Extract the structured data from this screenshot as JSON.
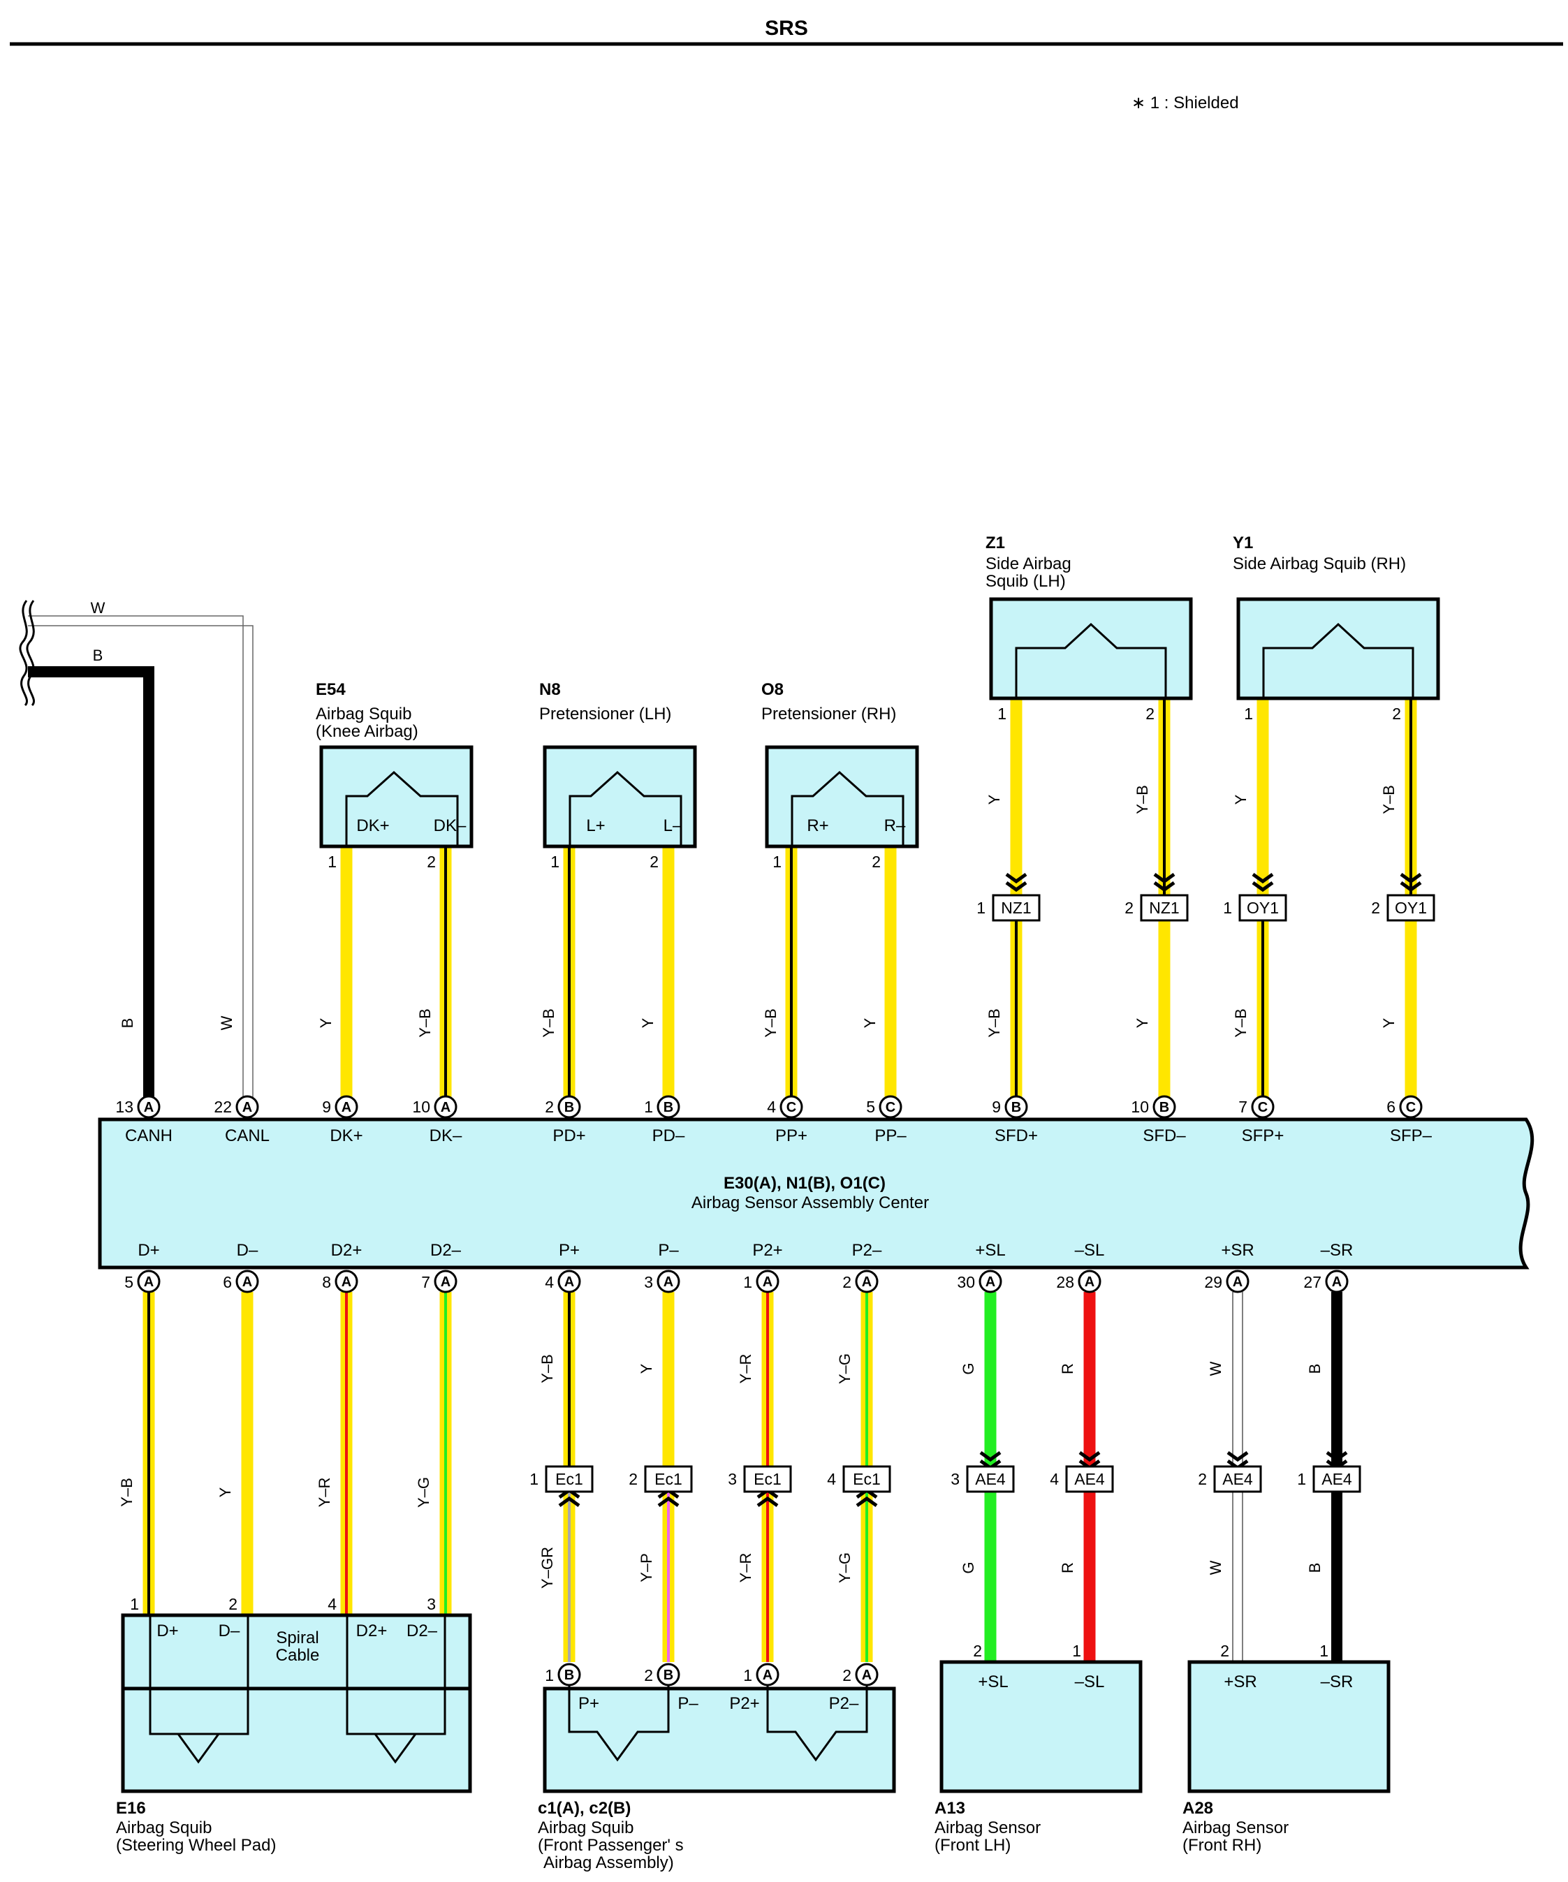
{
  "header": {
    "title": "SRS",
    "note": "∗ 1 : Shielded"
  },
  "colors": {
    "Y": "#ffe600",
    "B": "#000000",
    "W": "#ffffff",
    "G": "#22ee22",
    "R": "#ee1111",
    "P": "#ee66ee",
    "GR": "#aaaaaa",
    "box_fill": "#c8f4f8"
  },
  "ecu": {
    "code": "E30(A), N1(B), O1(C)",
    "name": "Airbag Sensor Assembly Center",
    "top_pins": [
      {
        "pin": "13",
        "conn": "A",
        "sig": "CANH",
        "wire": "B"
      },
      {
        "pin": "22",
        "conn": "A",
        "sig": "CANL",
        "wire": "W"
      },
      {
        "pin": "9",
        "conn": "A",
        "sig": "DK+",
        "wire": "Y"
      },
      {
        "pin": "10",
        "conn": "A",
        "sig": "DK–",
        "wire": "Y–B"
      },
      {
        "pin": "2",
        "conn": "B",
        "sig": "PD+",
        "wire": "Y–B"
      },
      {
        "pin": "1",
        "conn": "B",
        "sig": "PD–",
        "wire": "Y"
      },
      {
        "pin": "4",
        "conn": "C",
        "sig": "PP+",
        "wire": "Y–B"
      },
      {
        "pin": "5",
        "conn": "C",
        "sig": "PP–",
        "wire": "Y"
      },
      {
        "pin": "9",
        "conn": "B",
        "sig": "SFD+",
        "wire": "Y–B"
      },
      {
        "pin": "10",
        "conn": "B",
        "sig": "SFD–",
        "wire": "Y"
      },
      {
        "pin": "7",
        "conn": "C",
        "sig": "SFP+",
        "wire": "Y–B"
      },
      {
        "pin": "6",
        "conn": "C",
        "sig": "SFP–",
        "wire": "Y"
      }
    ],
    "bottom_pins": [
      {
        "pin": "5",
        "conn": "A",
        "sig": "D+",
        "wire": "Y–B"
      },
      {
        "pin": "6",
        "conn": "A",
        "sig": "D–",
        "wire": "Y"
      },
      {
        "pin": "8",
        "conn": "A",
        "sig": "D2+",
        "wire": "Y–R"
      },
      {
        "pin": "7",
        "conn": "A",
        "sig": "D2–",
        "wire": "Y–G"
      },
      {
        "pin": "4",
        "conn": "A",
        "sig": "P+",
        "wire": "Y–B"
      },
      {
        "pin": "3",
        "conn": "A",
        "sig": "P–",
        "wire": "Y"
      },
      {
        "pin": "1",
        "conn": "A",
        "sig": "P2+",
        "wire": "Y–R"
      },
      {
        "pin": "2",
        "conn": "A",
        "sig": "P2–",
        "wire": "Y–G"
      },
      {
        "pin": "30",
        "conn": "A",
        "sig": "+SL",
        "wire": "G"
      },
      {
        "pin": "28",
        "conn": "A",
        "sig": "–SL",
        "wire": "R"
      },
      {
        "pin": "29",
        "conn": "A",
        "sig": "+SR",
        "wire": "W"
      },
      {
        "pin": "27",
        "conn": "A",
        "sig": "–SR",
        "wire": "B"
      }
    ]
  },
  "left_wires": [
    {
      "label": "W"
    },
    {
      "label": "B"
    }
  ],
  "top_components": [
    {
      "code": "E54",
      "name": [
        "Airbag Squib",
        "(Knee Airbag)"
      ],
      "pins": [
        {
          "num": "1",
          "sig": "DK+"
        },
        {
          "num": "2",
          "sig": "DK–"
        }
      ]
    },
    {
      "code": "N8",
      "name": [
        "Pretensioner (LH)"
      ],
      "pins": [
        {
          "num": "1",
          "sig": "L+"
        },
        {
          "num": "2",
          "sig": "L–"
        }
      ]
    },
    {
      "code": "O8",
      "name": [
        "Pretensioner (RH)"
      ],
      "pins": [
        {
          "num": "1",
          "sig": "R+"
        },
        {
          "num": "2",
          "sig": "R–"
        }
      ]
    },
    {
      "code": "Z1",
      "name": [
        "Side Airbag",
        "Squib (LH)"
      ],
      "pins": [
        {
          "num": "1"
        },
        {
          "num": "2"
        }
      ]
    },
    {
      "code": "Y1",
      "name": [
        "Side Airbag Squib (RH)"
      ],
      "pins": [
        {
          "num": "1"
        },
        {
          "num": "2"
        }
      ]
    }
  ],
  "side_wires": [
    {
      "upper": "Y",
      "lower": "Y–B",
      "conn": "NZ1",
      "pin": "1"
    },
    {
      "upper": "Y–B",
      "lower": "Y",
      "conn": "NZ1",
      "pin": "2"
    },
    {
      "upper": "Y",
      "lower": "Y–B",
      "conn": "OY1",
      "pin": "1"
    },
    {
      "upper": "Y–B",
      "lower": "Y",
      "conn": "OY1",
      "pin": "2"
    }
  ],
  "bottom_connectors": [
    {
      "conn": "Ec1",
      "pin": "1",
      "lower": "Y–GR"
    },
    {
      "conn": "Ec1",
      "pin": "2",
      "lower": "Y–P"
    },
    {
      "conn": "Ec1",
      "pin": "3",
      "lower": "Y–R"
    },
    {
      "conn": "Ec1",
      "pin": "4",
      "lower": "Y–G"
    },
    {
      "conn": "AE4",
      "pin": "3",
      "lower": "G"
    },
    {
      "conn": "AE4",
      "pin": "4",
      "lower": "R"
    },
    {
      "conn": "AE4",
      "pin": "2",
      "lower": "W"
    },
    {
      "conn": "AE4",
      "pin": "1",
      "lower": "B"
    }
  ],
  "bottom_components": [
    {
      "code": "E16",
      "name": [
        "Airbag Squib",
        "(Steering Wheel Pad)"
      ],
      "pins": [
        "1",
        "2",
        "4",
        "3"
      ],
      "sigs": [
        "D+",
        "D–",
        "D2+",
        "D2–"
      ],
      "inner_label": [
        "Spiral",
        "Cable"
      ]
    },
    {
      "code": "c1(A), c2(B)",
      "name": [
        "Airbag Squib",
        "(Front Passenger' s",
        "Airbag Assembly)"
      ],
      "pins": [
        {
          "num": "1",
          "conn": "B"
        },
        {
          "num": "2",
          "conn": "B"
        },
        {
          "num": "1",
          "conn": "A"
        },
        {
          "num": "2",
          "conn": "A"
        }
      ],
      "sigs": [
        "P+",
        "P–",
        "P2+",
        "P2–"
      ]
    },
    {
      "code": "A13",
      "name": [
        "Airbag Sensor",
        "(Front LH)"
      ],
      "pins": [
        "2",
        "1"
      ],
      "sigs": [
        "+SL",
        "–SL"
      ]
    },
    {
      "code": "A28",
      "name": [
        "Airbag Sensor",
        "(Front RH)"
      ],
      "pins": [
        "2",
        "1"
      ],
      "sigs": [
        "+SR",
        "–SR"
      ]
    }
  ]
}
